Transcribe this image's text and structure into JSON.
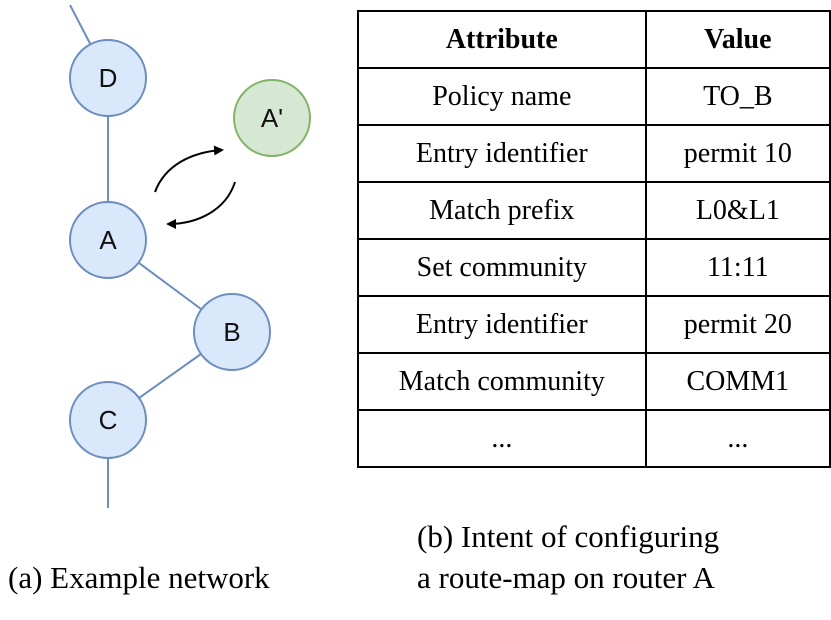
{
  "network": {
    "nodes": [
      {
        "id": "D",
        "label": "D"
      },
      {
        "id": "A",
        "label": "A"
      },
      {
        "id": "B",
        "label": "B"
      },
      {
        "id": "C",
        "label": "C"
      },
      {
        "id": "A'",
        "label": "A'"
      }
    ],
    "links": [
      [
        "D",
        "A"
      ],
      [
        "A",
        "B"
      ],
      [
        "B",
        "C"
      ]
    ],
    "colors": {
      "node_fill": "#dae8fc",
      "node_stroke": "#6c8ebf",
      "replica_fill": "#d5e8d4",
      "replica_stroke": "#82b366",
      "link": "#6c8ebf",
      "arrow": "#000000"
    }
  },
  "table": {
    "headers": {
      "attribute": "Attribute",
      "value": "Value"
    },
    "rows": [
      {
        "attribute": "Policy name",
        "value": "TO_B"
      },
      {
        "attribute": "Entry identifier",
        "value": "permit 10"
      },
      {
        "attribute": "Match prefix",
        "value": "L0&L1"
      },
      {
        "attribute": "Set community",
        "value": "11:11"
      },
      {
        "attribute": "Entry identifier",
        "value": "permit 20"
      },
      {
        "attribute": "Match community",
        "value": "COMM1"
      },
      {
        "attribute": "...",
        "value": "..."
      }
    ]
  },
  "captions": {
    "a": "(a) Example network",
    "b_line1": "(b) Intent of configuring",
    "b_line2": "a route-map on router A"
  }
}
